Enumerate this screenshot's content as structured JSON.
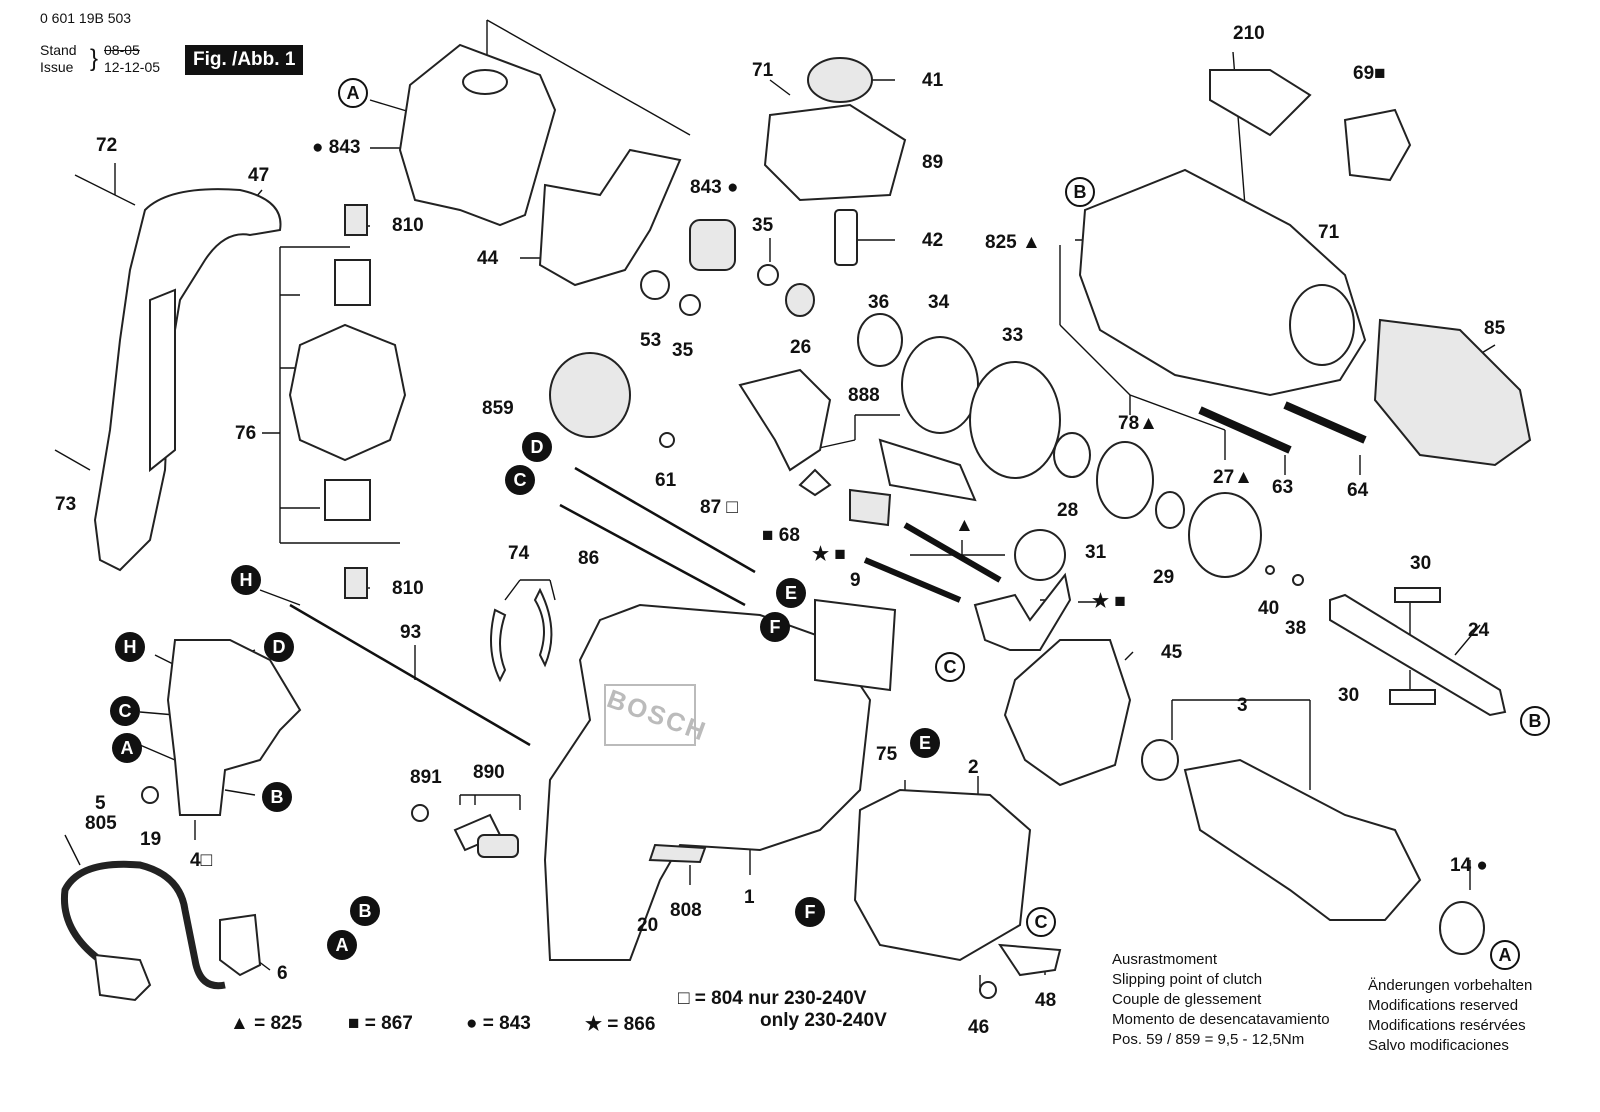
{
  "header": {
    "doc_number": "0 601 19B 503",
    "stand_label": "Stand",
    "issue_label": "Issue",
    "stand_date": "08-05",
    "issue_date": "12-12-05",
    "figure_label": "Fig. /Abb. 1"
  },
  "callouts": {
    "c72": "72",
    "c47": "47",
    "c73": "73",
    "c76": "76",
    "c810a": "810",
    "c810b": "810",
    "c843a": "843",
    "c843b": "843",
    "c44": "44",
    "c71a": "71",
    "c41": "41",
    "c89": "89",
    "c42": "42",
    "c35a": "35",
    "c35b": "35",
    "c53": "53",
    "c26": "26",
    "c36": "36",
    "c34": "34",
    "c33": "33",
    "c859": "859",
    "c61": "61",
    "c888": "888",
    "c87": "87",
    "c68": "68",
    "c86": "86",
    "c74": "74",
    "c9": "9",
    "c93": "93",
    "c891": "891",
    "c890": "890",
    "c5": "5",
    "c805": "805",
    "c19": "19",
    "c4": "4",
    "c6": "6",
    "c20": "20",
    "c808": "808",
    "c1": "1",
    "c75": "75",
    "c2": "2",
    "c46": "46",
    "c48": "48",
    "c45": "45",
    "c31": "31",
    "c28": "28",
    "c29": "29",
    "c78": "78",
    "c27": "27",
    "c40": "40",
    "c38": "38",
    "c30a": "30",
    "c30b": "30",
    "c24": "24",
    "c3": "3",
    "c14": "14",
    "c210": "210",
    "c69": "69",
    "c71b": "71",
    "c825": "825",
    "c85": "85",
    "c63": "63",
    "c64": "64"
  },
  "markers": {
    "dot": "●",
    "square": "■",
    "open_square": "□",
    "triangle": "▲",
    "star": "★"
  },
  "letters": {
    "a_top": "A",
    "b_top": "B",
    "d_mid": "D",
    "c_mid": "C",
    "e_mid": "E",
    "f_mid": "F",
    "h_mid": "H",
    "h_sw": "H",
    "d_sw": "D",
    "c_sw": "C",
    "a_sw": "A",
    "b_sw": "B",
    "b_cord": "B",
    "a_cord": "A",
    "c_bear": "C",
    "e_stat": "E",
    "f_stat": "F",
    "c_stat": "C",
    "b_shaft": "B",
    "a_arm": "A"
  },
  "brand": "BOSCH",
  "legend": {
    "l825": "▲ = 825",
    "l867": "■ = 867",
    "l843": "● = 843",
    "l866": "★ = 866",
    "l804a": "□ = 804 nur 230-240V",
    "l804b": "only 230-240V"
  },
  "clutch_note": [
    "Ausrastmoment",
    "Slipping point of clutch",
    "Couple de glessement",
    "Momento de desencatavamiento",
    "Pos.  59 / 859  =  9,5 - 12,5Nm"
  ],
  "mods_note": [
    "Änderungen vorbehalten",
    "Modifications reserved",
    "Modifications resérvées",
    "Salvo modificaciones"
  ]
}
